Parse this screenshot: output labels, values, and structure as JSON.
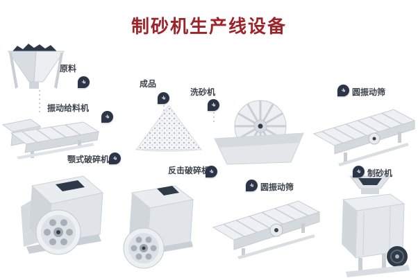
{
  "page": {
    "title": "制砂机生产线设备"
  },
  "colors": {
    "title": "#9e2227",
    "badge": "#2b3547",
    "machine_light": "#e8ecef",
    "machine_dark": "#2e3947"
  },
  "icons": {
    "badge_glyph": "»"
  },
  "equipment": [
    {
      "id": "raw-material",
      "label": "原料"
    },
    {
      "id": "vibrating-feeder",
      "label": "振动给料机"
    },
    {
      "id": "finished-product",
      "label": "成品"
    },
    {
      "id": "sand-washer",
      "label": "洗砂机"
    },
    {
      "id": "circular-vibrating-screen-upper",
      "label": "圆振动筛"
    },
    {
      "id": "jaw-crusher",
      "label": "颚式破碎机"
    },
    {
      "id": "impact-crusher",
      "label": "反击破碎机"
    },
    {
      "id": "circular-vibrating-screen-lower",
      "label": "圆振动筛"
    },
    {
      "id": "sand-making-machine",
      "label": "制砂机"
    }
  ]
}
